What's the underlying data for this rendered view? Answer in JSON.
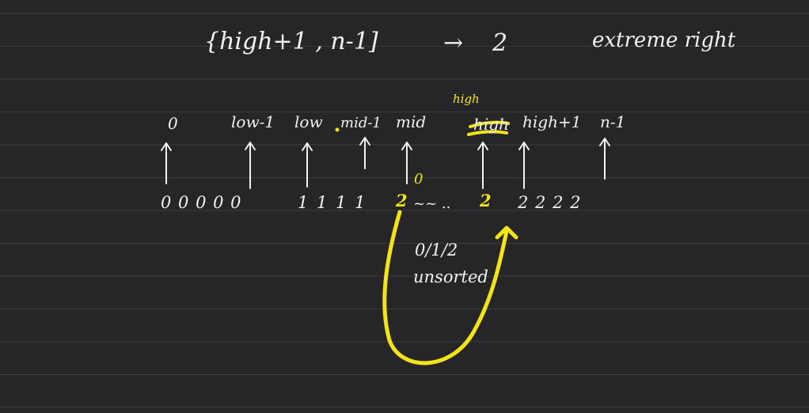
{
  "whiteboard": {
    "background_color": "#262628",
    "line_color": "#3c3c3f",
    "ink_color": "#f2f2f2",
    "highlight_color": "#f4e31a",
    "top_formula": {
      "range": "{high+1 , n-1]",
      "arrow": "→",
      "value": "2",
      "note": "extreme right"
    },
    "index_labels": [
      "0",
      "low-1",
      "low",
      "mid-1",
      "mid",
      "high",
      "high+1",
      "n-1"
    ],
    "correction_label": "high",
    "array": {
      "zeros": "0 0 0 0 0",
      "ones": "1 1 1 1",
      "unsorted_start": "2",
      "unsorted_dots": "~~ ..",
      "unsorted_end": "2",
      "twos": "2 2 2 2"
    },
    "swap_mark": "0",
    "annotation": {
      "values": "0/1/2",
      "text": "unsorted"
    }
  }
}
